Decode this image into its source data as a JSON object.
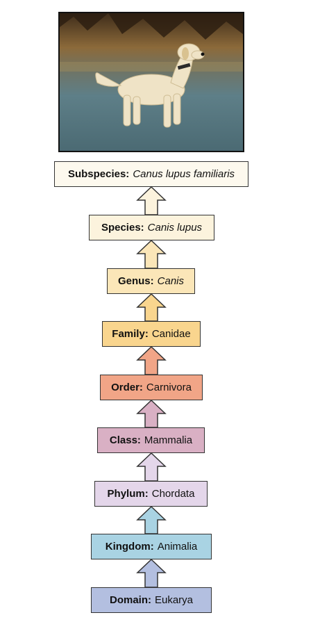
{
  "photo": {
    "subject": "golden-retriever-dog-photo"
  },
  "ranks": [
    {
      "label": "Subspecies:",
      "value": "Canus lupus familiaris",
      "italic": true,
      "color": "#fdf9ee"
    },
    {
      "label": "Species:",
      "value": "Canis lupus",
      "italic": true,
      "color": "#fcf3dd"
    },
    {
      "label": "Genus:",
      "value": "Canis",
      "italic": true,
      "color": "#fbe6b8"
    },
    {
      "label": "Family:",
      "value": "Canidae",
      "italic": false,
      "color": "#f9d58e"
    },
    {
      "label": "Order:",
      "value": "Carnivora",
      "italic": false,
      "color": "#f1a587"
    },
    {
      "label": "Class:",
      "value": "Mammalia",
      "italic": false,
      "color": "#d9b0c4"
    },
    {
      "label": "Phylum:",
      "value": "Chordata",
      "italic": false,
      "color": "#e4d6ea"
    },
    {
      "label": "Kingdom:",
      "value": "Animalia",
      "italic": false,
      "color": "#a9d3e3"
    },
    {
      "label": "Domain:",
      "value": "Eukarya",
      "italic": false,
      "color": "#b3bfe0"
    }
  ]
}
